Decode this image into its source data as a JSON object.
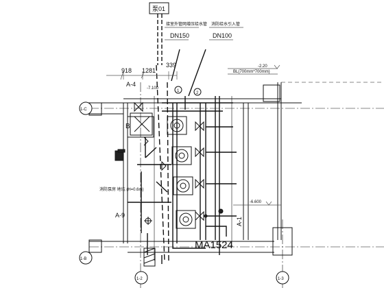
{
  "drawing": {
    "top_marker": "泵01",
    "pipe_left_note": "接室外管网增压给水管",
    "pipe_left_size": "DN150",
    "pipe_right_note": "消防给水引入管",
    "pipe_right_size": "DN100",
    "dim_a": "918",
    "dim_b": "1281",
    "dim_c": "339",
    "level_top": "-2.20",
    "beam_note": "BL(700mm*700mm)",
    "elev_left": "-7.100",
    "elev_right": "-6.600",
    "left_note": "消防泵房 地坑 (H=0.6m)",
    "code_a4": "A-4",
    "code_a9": "A-9",
    "code_a1": "A-1",
    "box_label": "B",
    "room_code": "MA1524",
    "axis_1c": "1-C",
    "axis_1b": "1-B",
    "axis_12": "1-2",
    "axis_13": "1-3",
    "callout_1": "1",
    "callout_2": "2"
  },
  "colors": {
    "line": "#111111",
    "dim_line": "#555555",
    "fill": "#222222",
    "background": "#ffffff"
  }
}
